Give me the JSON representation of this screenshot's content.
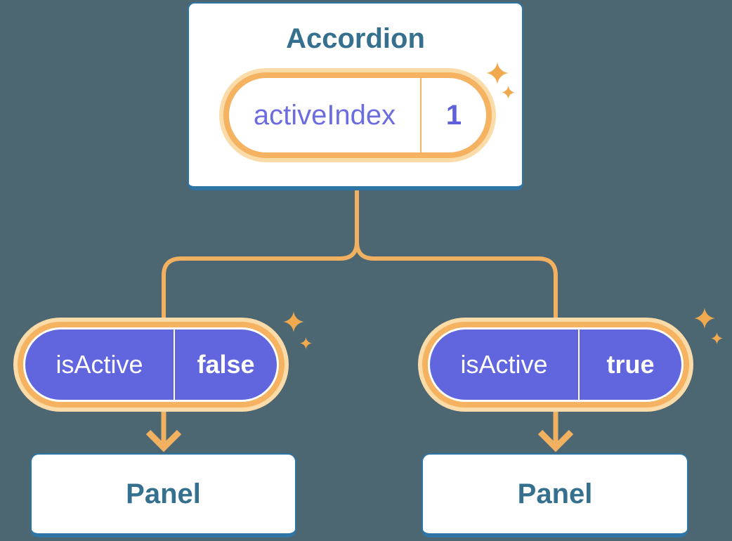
{
  "colors": {
    "background": "#4C6771",
    "card_border": "#2E74A4",
    "card_text": "#35718F",
    "pill_ring": "#F5B260",
    "pill_halo": "#FBDCA9",
    "pill_purple": "#6266DE",
    "state_text": "#6C6CE0",
    "connector": "#F2B160",
    "sparkle": "#F0A94E"
  },
  "diagram": {
    "root": {
      "title": "Accordion",
      "state": {
        "name": "activeIndex",
        "value": "1"
      }
    },
    "children": [
      {
        "prop": {
          "name": "isActive",
          "value": "false"
        },
        "panel": {
          "label": "Panel"
        }
      },
      {
        "prop": {
          "name": "isActive",
          "value": "true"
        },
        "panel": {
          "label": "Panel"
        }
      }
    ]
  }
}
